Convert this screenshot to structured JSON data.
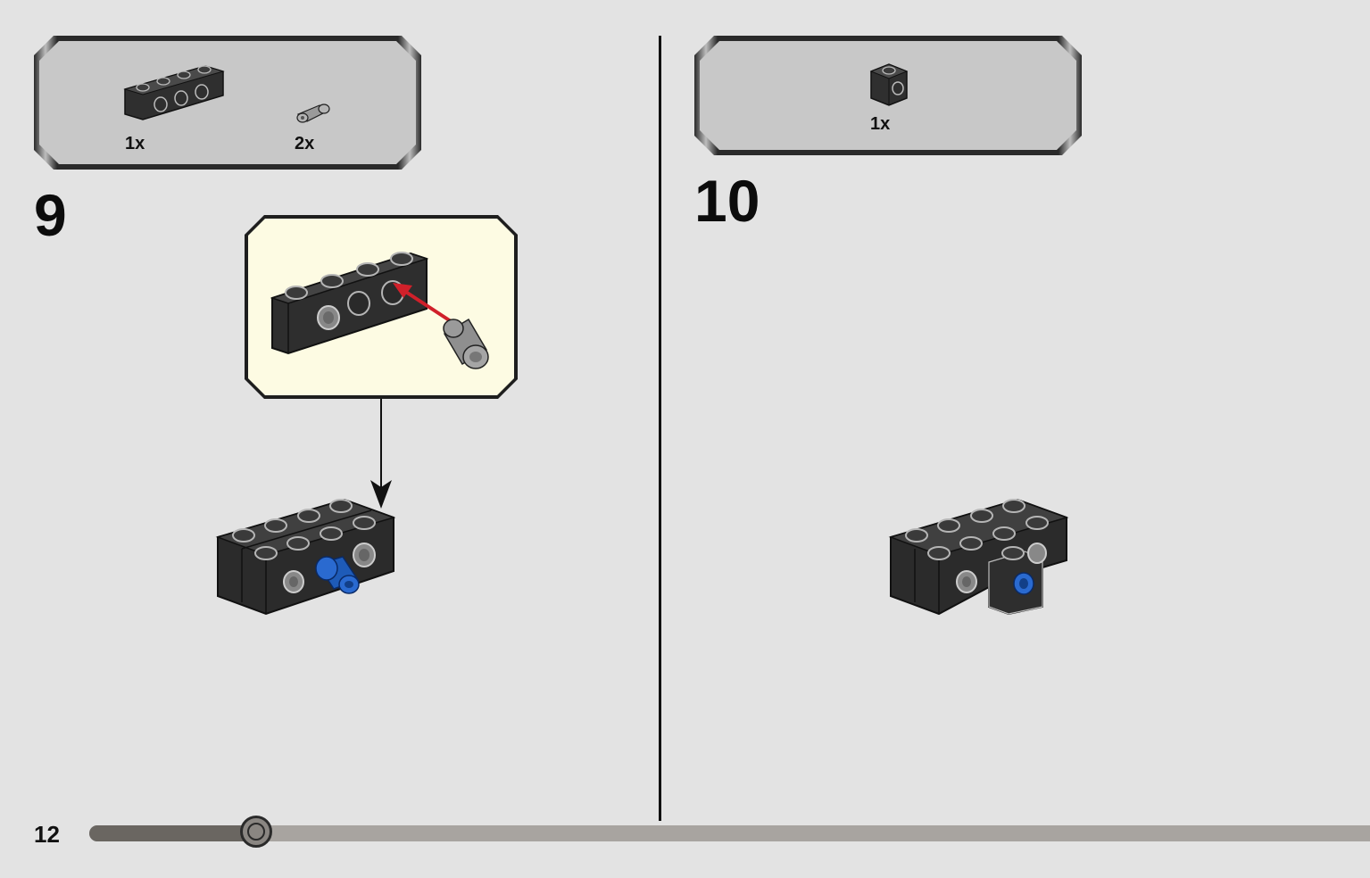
{
  "page_number": "12",
  "progress": 0.13,
  "colors": {
    "background": "#e3e3e3",
    "parts_box": "#c8c8c8",
    "callout": "#fdfbe3",
    "brick": "#2f2f2f",
    "pin_gray": "#8f8f8f",
    "pin_blue": "#1e5bb8",
    "arrow_red": "#d0202a"
  },
  "steps": [
    {
      "number": "9",
      "parts": [
        {
          "icon": "technic-brick-1x4-icon",
          "quantity": "1x"
        },
        {
          "icon": "technic-pin-icon",
          "quantity": "2x"
        }
      ]
    },
    {
      "number": "10",
      "parts": [
        {
          "icon": "technic-brick-1x1-icon",
          "quantity": "1x"
        }
      ]
    }
  ]
}
